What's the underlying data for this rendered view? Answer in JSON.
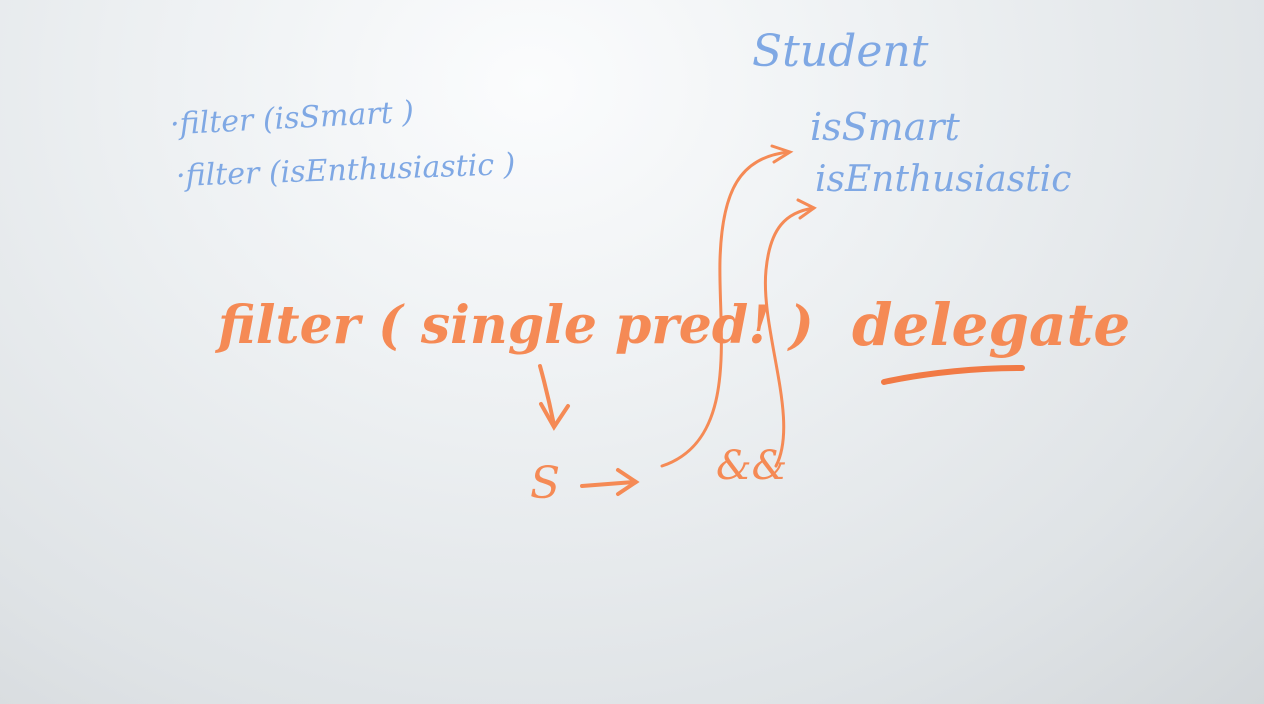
{
  "board": {
    "colors": {
      "blue_marker": "#7fa8e4",
      "orange_marker": "#f58a55",
      "board": "#e6e9ec"
    },
    "notes_top_left": [
      "·filter (isSmart )",
      "·filter (isEnthusiastic )"
    ],
    "student": {
      "title": "Student",
      "methods": [
        "isSmart",
        "isEnthusiastic"
      ]
    },
    "main_expression": "filter ( single pred! )",
    "lambda_param": "S",
    "and_operator": "&&",
    "keyword": "delegate"
  }
}
